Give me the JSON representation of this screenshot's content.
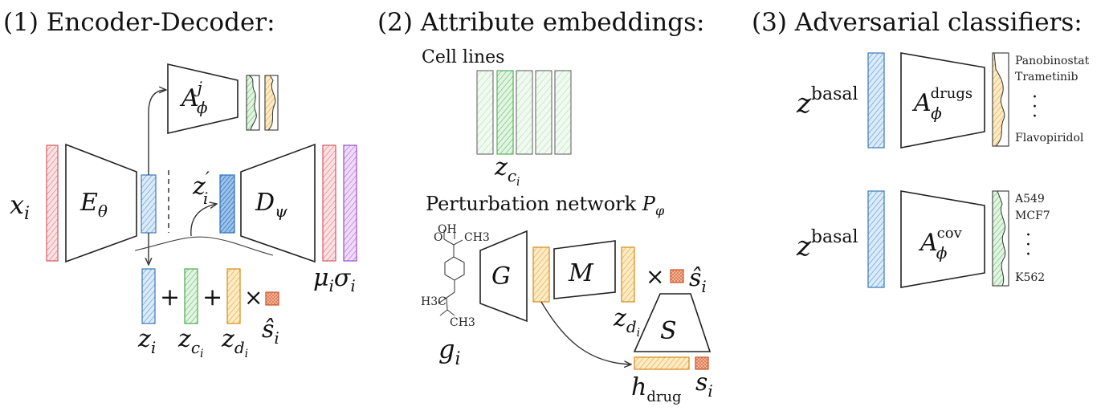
{
  "titles": {
    "panel1": "(1) Encoder-Decoder:",
    "panel2": "(2) Attribute embeddings:",
    "panel3": "(3) Adversarial classifiers:"
  },
  "panel1": {
    "input": "x_i",
    "encoder": "E_θ",
    "decoder": "D_ψ",
    "adversary": "A_ϕ^j",
    "latent_prime": "z_i′",
    "outputs": [
      "μ_i",
      "σ_i"
    ],
    "sum_terms": [
      "z_i",
      "z_{c_i}",
      "z_{d_i}",
      "ŝ_i"
    ],
    "operators": [
      "+",
      "+",
      "×"
    ]
  },
  "panel2": {
    "cell_lines_label": "Cell lines",
    "cell_embedding": "z_{c_i}",
    "perturbation_label": "Perturbation network P_φ",
    "molecule": "g_i",
    "molecule_atoms": [
      "OH",
      "O",
      "CH3",
      "H3C",
      "CH3"
    ],
    "net_G": "G",
    "net_M": "M",
    "net_S": "S",
    "drug_embedding": "z_{d_i}",
    "dose_hat": "ŝ_i",
    "h_drug": "h_drug",
    "dose": "s_i",
    "times": "×"
  },
  "panel3": {
    "drugs": {
      "input": "z^basal",
      "classifier": "A_ϕ^drugs",
      "labels": [
        "Panobinostat",
        "Trametinib",
        "Flavopiridol"
      ]
    },
    "cov": {
      "input": "z^basal",
      "classifier": "A_ϕ^cov",
      "labels": [
        "A549",
        "MCF7",
        "K562"
      ]
    }
  },
  "colors": {
    "red": "#e8747c",
    "blue": "#5b9bd8",
    "green": "#6cc06c",
    "orange": "#efa83a",
    "purple": "#b46be0",
    "salmon": "#e07a55"
  }
}
